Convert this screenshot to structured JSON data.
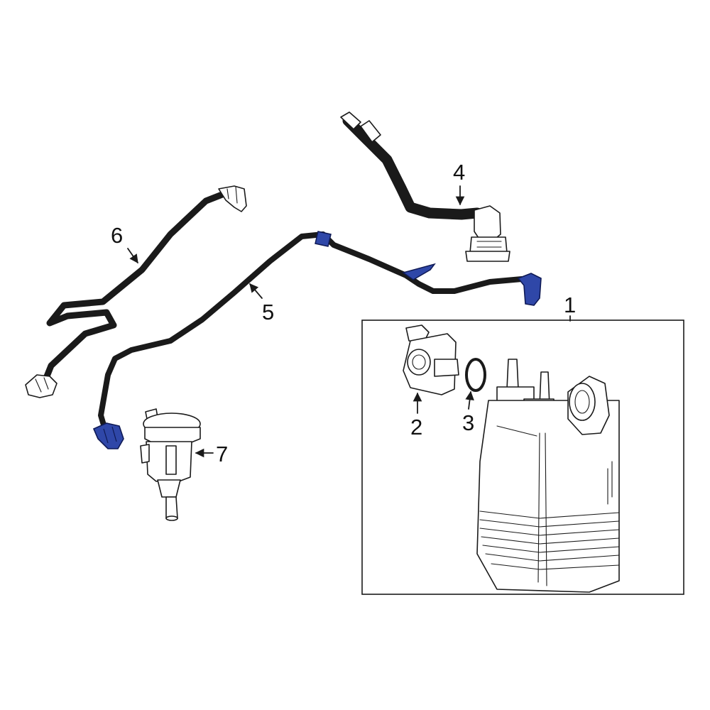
{
  "colors": {
    "highlight_part": "#2f47a8",
    "highlight_outline": "#0f1a55",
    "line": "#1a1a1a",
    "background": "#ffffff"
  },
  "callouts": {
    "c1": "1",
    "c2": "2",
    "c3": "3",
    "c4": "4",
    "c5": "5",
    "c6": "6",
    "c7": "7"
  },
  "highlighted_part": "5"
}
